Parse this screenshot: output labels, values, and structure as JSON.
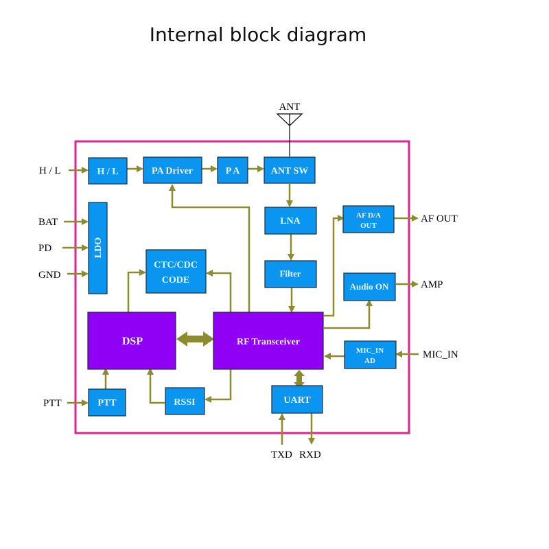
{
  "title": "Internal block diagram",
  "colors": {
    "block_blue": "#0a96f0",
    "block_purple": "#8f00f5",
    "border_magenta": "#e0248f",
    "arrow_olive": "#8c8c2f"
  },
  "antenna": {
    "label": "ANT"
  },
  "blocks": {
    "hl": "H / L",
    "pa_driver": "PA Driver",
    "pa": "P A",
    "ant_sw": "ANT SW",
    "ldo": "LDO",
    "lna": "LNA",
    "filter": "Filter",
    "af_da_line1": "AF D/A",
    "af_da_line2": "OUT",
    "ctc_line1": "CTC/CDC",
    "ctc_line2": "CODE",
    "audio_on": "Audio ON",
    "dsp": "DSP",
    "rf": "RF Transceiver",
    "mic_line1": "MIC_IN",
    "mic_line2": "AD",
    "ptt": "PTT",
    "rssi": "RSSI",
    "uart": "UART"
  },
  "pins": {
    "hl": "H / L",
    "bat": "BAT",
    "pd": "PD",
    "gnd": "GND",
    "ptt": "PTT",
    "af_out": "AF OUT",
    "amp": "AMP",
    "mic_in": "MIC_IN",
    "txd": "TXD",
    "rxd": "RXD"
  }
}
